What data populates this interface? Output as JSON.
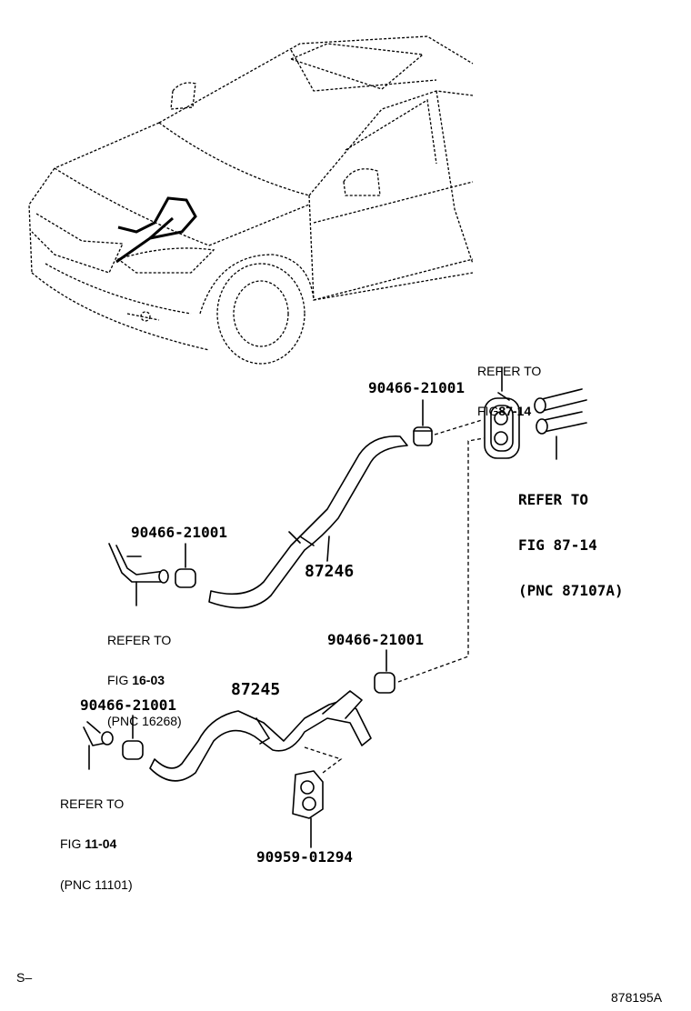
{
  "diagram": {
    "label_90466_top": "90466-21001",
    "label_90466_mid": "90466-21001",
    "label_90466_lowright": "90466-21001",
    "label_90466_lowleft": "90466-21001",
    "label_87246": "87246",
    "label_87245": "87245",
    "label_90959": "90959-01294",
    "refer_top_a": "REFER TO",
    "refer_top_b": "FIG",
    "refer_top_b_num": "87-14",
    "refer_right_a": "REFER TO",
    "refer_right_b": "FIG 87-14",
    "refer_right_c": "(PNC 87107A)",
    "refer_1603_a": "REFER TO",
    "refer_1603_b": "FIG ",
    "refer_1603_b_num": "16-03",
    "refer_1603_c": "(PNC 16268)",
    "refer_1104_a": "REFER TO",
    "refer_1104_b": "FIG ",
    "refer_1104_b_num": "11-04",
    "refer_1104_c": "(PNC 11101)",
    "corner_left": "S–",
    "corner_right": "878195A"
  }
}
